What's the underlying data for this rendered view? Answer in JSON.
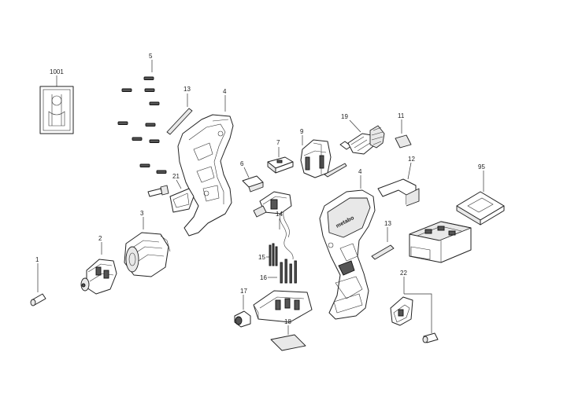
{
  "parts": [
    {
      "id": "p1001",
      "label": "1001",
      "name": "manual"
    },
    {
      "id": "p5",
      "label": "5",
      "name": "screws"
    },
    {
      "id": "p13a",
      "label": "13",
      "name": "label-strip-top"
    },
    {
      "id": "p4a",
      "label": "4",
      "name": "housing-half-left"
    },
    {
      "id": "p7",
      "label": "7",
      "name": "switch-slider"
    },
    {
      "id": "p9",
      "label": "9",
      "name": "motor-stator"
    },
    {
      "id": "p19",
      "label": "19",
      "name": "armature"
    },
    {
      "id": "p11",
      "label": "11",
      "name": "small-plate"
    },
    {
      "id": "p95",
      "label": "95",
      "name": "battery-charger-plate"
    },
    {
      "id": "p6",
      "label": "6",
      "name": "direction-switch"
    },
    {
      "id": "p21",
      "label": "21",
      "name": "belt-hook"
    },
    {
      "id": "p3",
      "label": "3",
      "name": "gearbox"
    },
    {
      "id": "p2",
      "label": "2",
      "name": "keyless-chuck"
    },
    {
      "id": "p12",
      "label": "12",
      "name": "bracket"
    },
    {
      "id": "p4b",
      "label": "4",
      "name": "housing-half-right"
    },
    {
      "id": "p14",
      "label": "14",
      "name": "switch-assembly"
    },
    {
      "id": "p13b",
      "label": "13",
      "name": "label-strip-bottom"
    },
    {
      "id": "p15",
      "label": "15",
      "name": "contacts"
    },
    {
      "id": "p16",
      "label": "16",
      "name": "terminal-pins"
    },
    {
      "id": "p1",
      "label": "1",
      "name": "chuck-screw"
    },
    {
      "id": "p22",
      "label": "22",
      "name": "bit-holder"
    },
    {
      "id": "p17",
      "label": "17",
      "name": "led"
    },
    {
      "id": "p18",
      "label": "18",
      "name": "rating-label"
    }
  ],
  "brand": "metabo"
}
